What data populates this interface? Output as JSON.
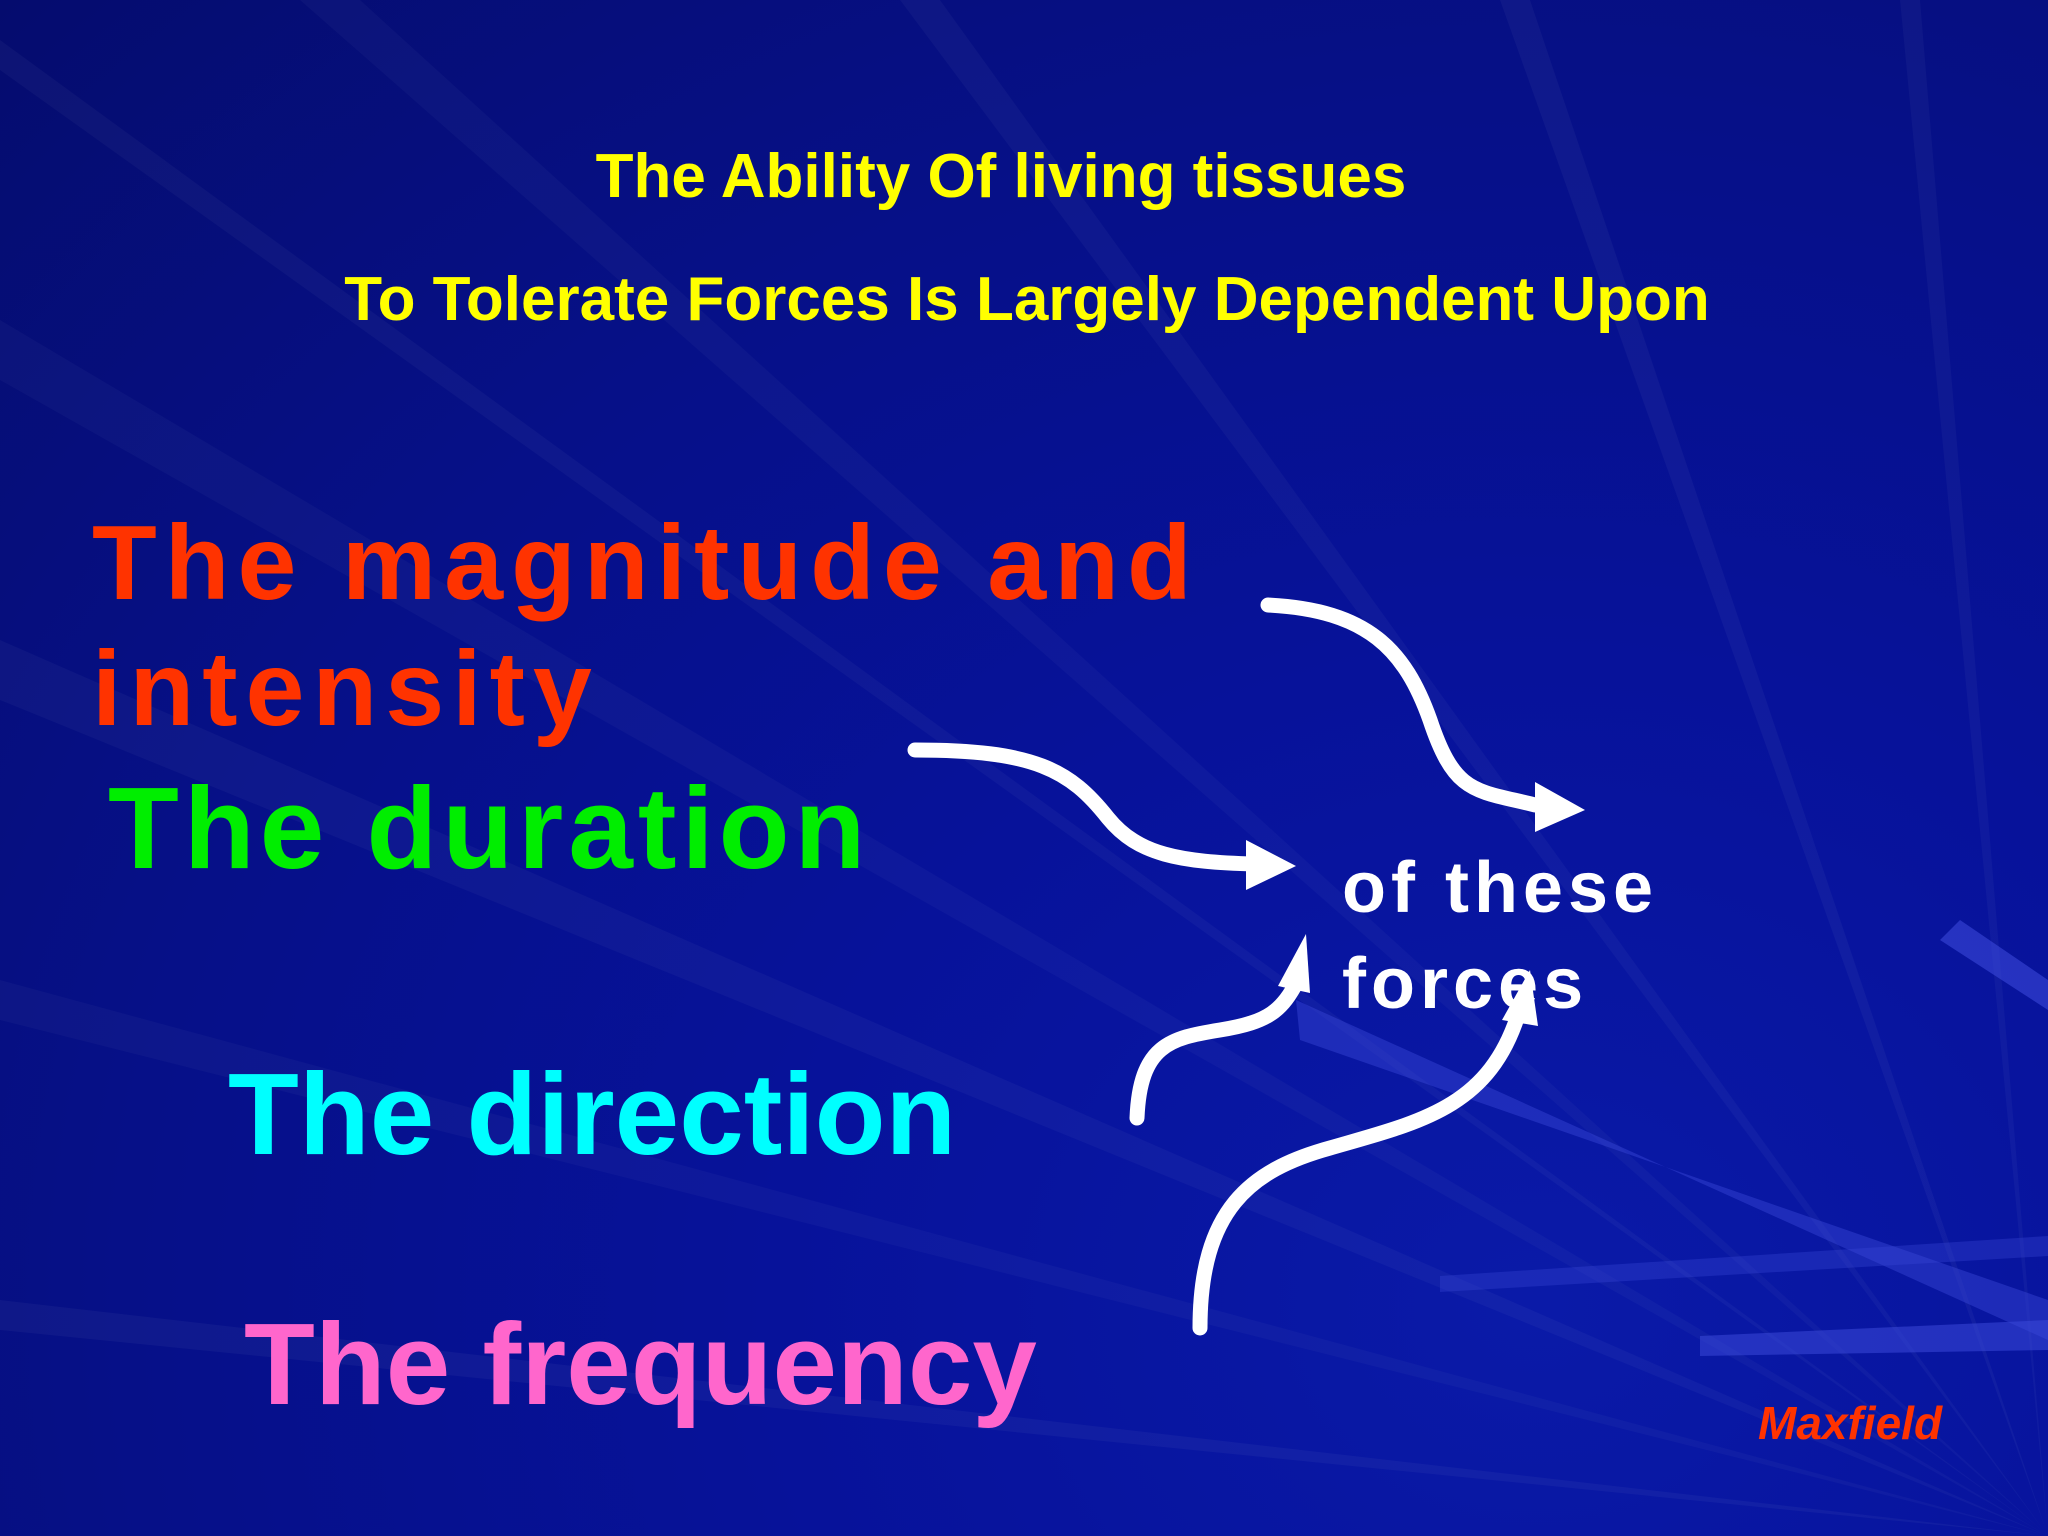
{
  "title": {
    "line1": "The Ability Of living tissues",
    "line2": "To Tolerate Forces Is Largely Dependent Upon"
  },
  "factors": {
    "magnitude": "The magnitude and intensity",
    "duration": "The duration",
    "direction": "The direction",
    "frequency": "The frequency"
  },
  "target": "of these forces",
  "author": "Maxfield",
  "colors": {
    "background": "#061078",
    "title": "#ffff00",
    "magnitude": "#ff3300",
    "duration": "#00ee00",
    "direction": "#00ffff",
    "frequency": "#ff66cc",
    "arrows": "#ffffff",
    "author": "#ff3300"
  }
}
